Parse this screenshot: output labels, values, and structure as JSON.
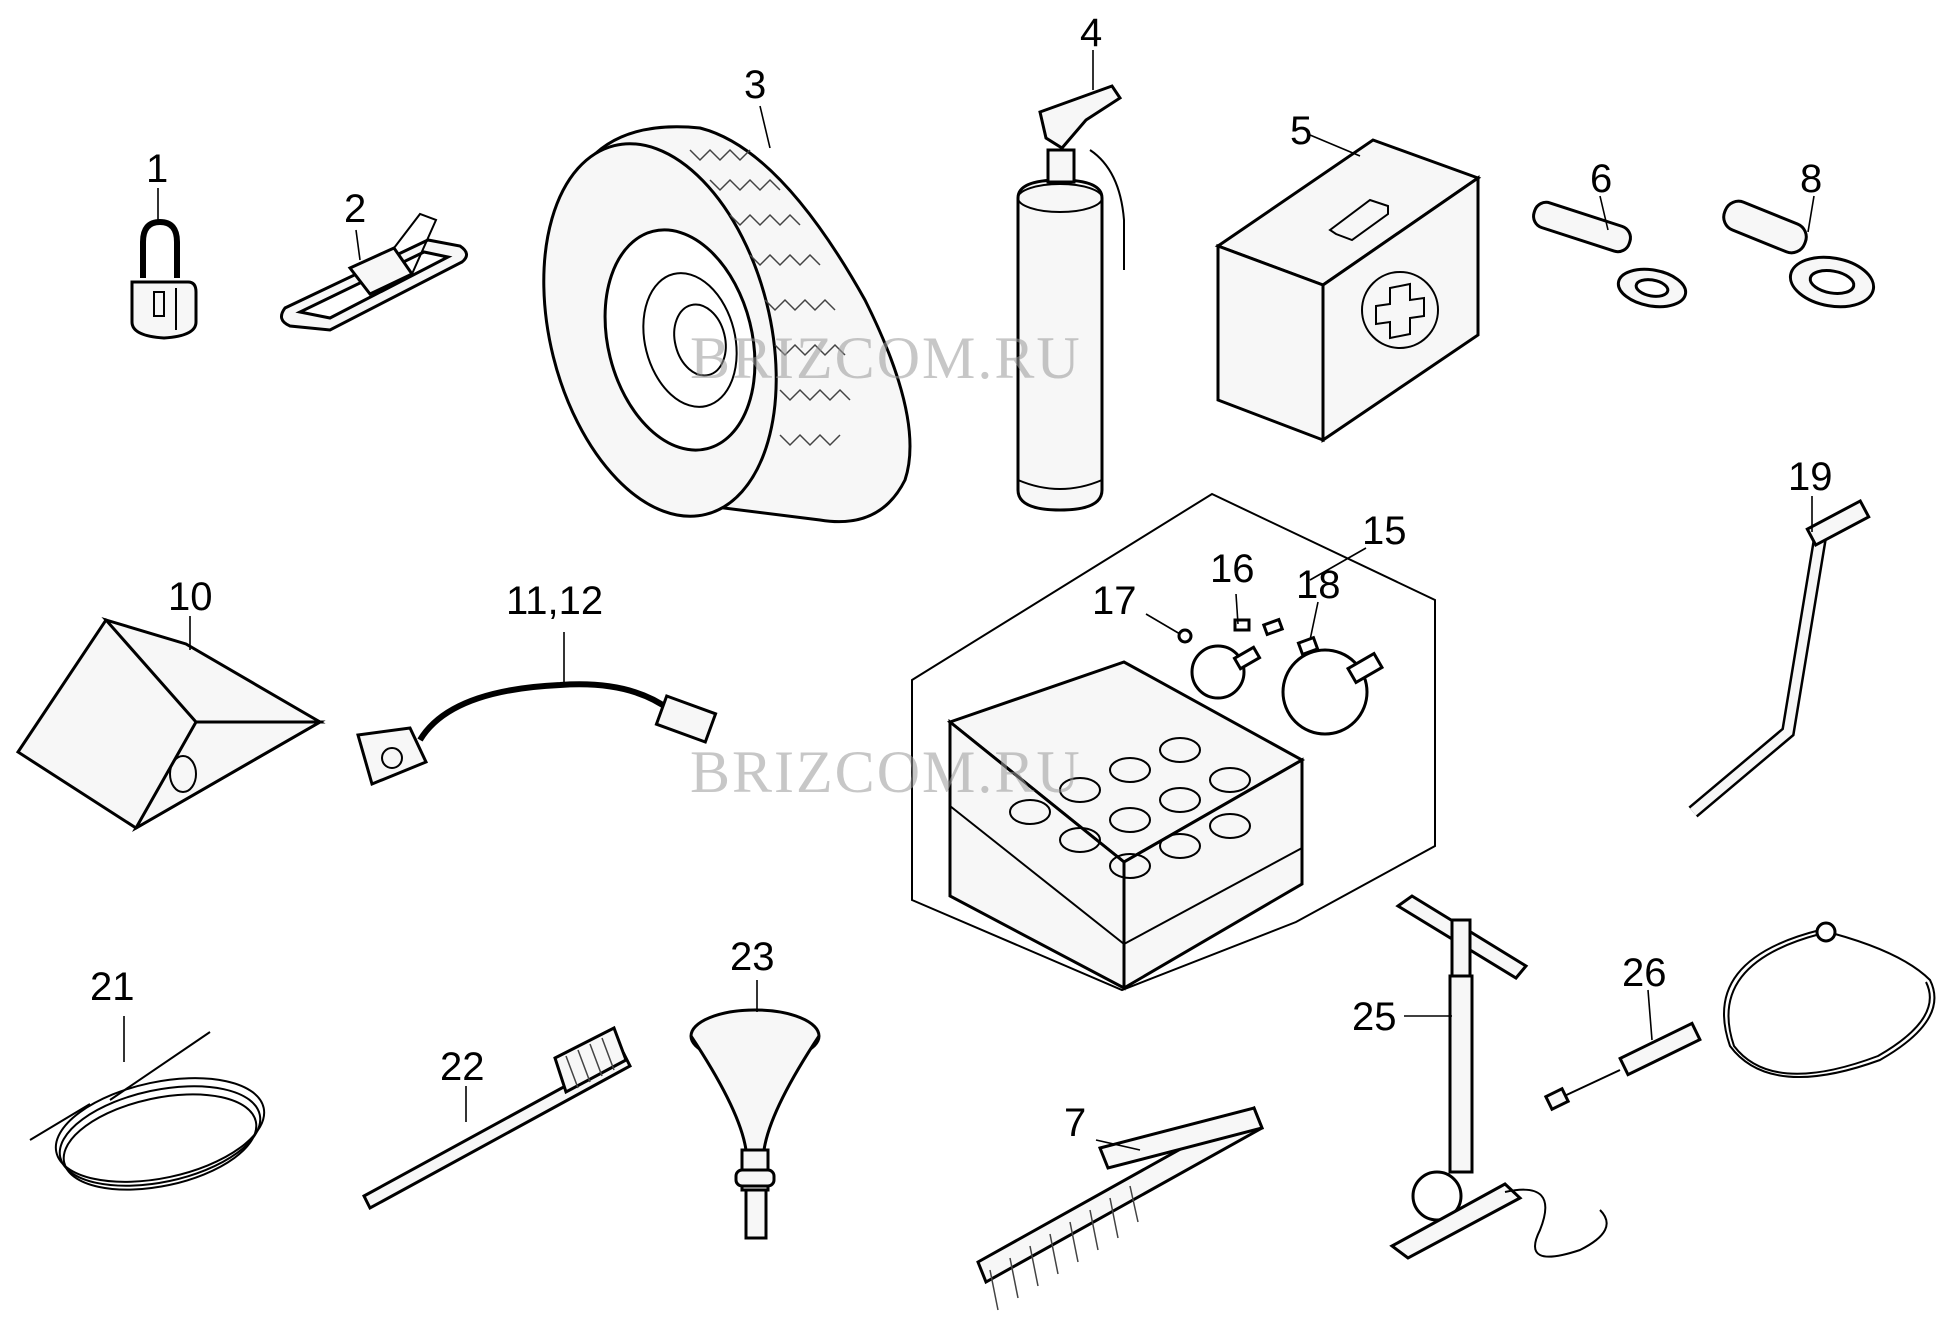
{
  "watermark": "BRIZCOM.RU",
  "callouts": {
    "c1": "1",
    "c2": "2",
    "c3": "3",
    "c4": "4",
    "c5": "5",
    "c6": "6",
    "c7": "7",
    "c8": "8",
    "c10": "10",
    "c11_12": "11,12",
    "c15": "15",
    "c16": "16",
    "c17": "17",
    "c18": "18",
    "c19": "19",
    "c21": "21",
    "c22": "22",
    "c23": "23",
    "c25": "25",
    "c26": "26"
  }
}
